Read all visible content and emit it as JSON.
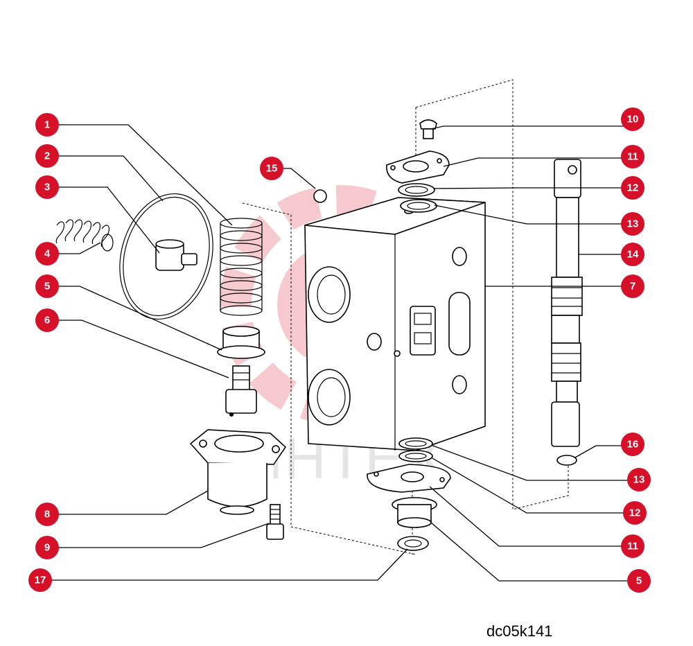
{
  "drawing": {
    "code": "dc05k141",
    "watermark_text": "ИНТЕХ",
    "accent_color": "#d7102a"
  },
  "callouts": [
    {
      "id": "c1",
      "label": "1"
    },
    {
      "id": "c2",
      "label": "2"
    },
    {
      "id": "c3",
      "label": "3"
    },
    {
      "id": "c4",
      "label": "4"
    },
    {
      "id": "c5a",
      "label": "5"
    },
    {
      "id": "c6",
      "label": "6"
    },
    {
      "id": "c8",
      "label": "8"
    },
    {
      "id": "c9",
      "label": "9"
    },
    {
      "id": "c17",
      "label": "17"
    },
    {
      "id": "c15",
      "label": "15"
    },
    {
      "id": "c10",
      "label": "10"
    },
    {
      "id": "c11a",
      "label": "11"
    },
    {
      "id": "c12a",
      "label": "12"
    },
    {
      "id": "c13a",
      "label": "13"
    },
    {
      "id": "c14",
      "label": "14"
    },
    {
      "id": "c7",
      "label": "7"
    },
    {
      "id": "c16",
      "label": "16"
    },
    {
      "id": "c13b",
      "label": "13"
    },
    {
      "id": "c12b",
      "label": "12"
    },
    {
      "id": "c11b",
      "label": "11"
    },
    {
      "id": "c5b",
      "label": "5"
    }
  ]
}
